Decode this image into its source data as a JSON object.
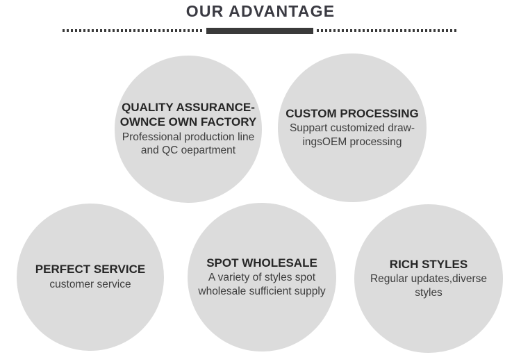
{
  "page": {
    "title": "OUR ADVANTAGE",
    "colors": {
      "accent": "#3a3a42",
      "divider": "#3a3a3a",
      "circle_fill": "#dcdcdc",
      "heading_text": "#262626",
      "body_text": "#3d3d3d",
      "background": "#ffffff"
    }
  },
  "advantages": [
    {
      "heading": "QUALITY ASSURANCE-\nOWNCE OWN FACTORY",
      "body": "Professional production line\nand QC oepartment"
    },
    {
      "heading": "CUSTOM PROCESSING",
      "body": "Suppart customized draw-\ningsOEM processing"
    },
    {
      "heading": "PERFECT SERVICE",
      "body": "customer service"
    },
    {
      "heading": "SPOT WHOLESALE",
      "body": "A variety of styles spot\nwholesale sufficient supply"
    },
    {
      "heading": "RICH STYLES",
      "body": "Regular updates,diverse\nstyles"
    }
  ]
}
